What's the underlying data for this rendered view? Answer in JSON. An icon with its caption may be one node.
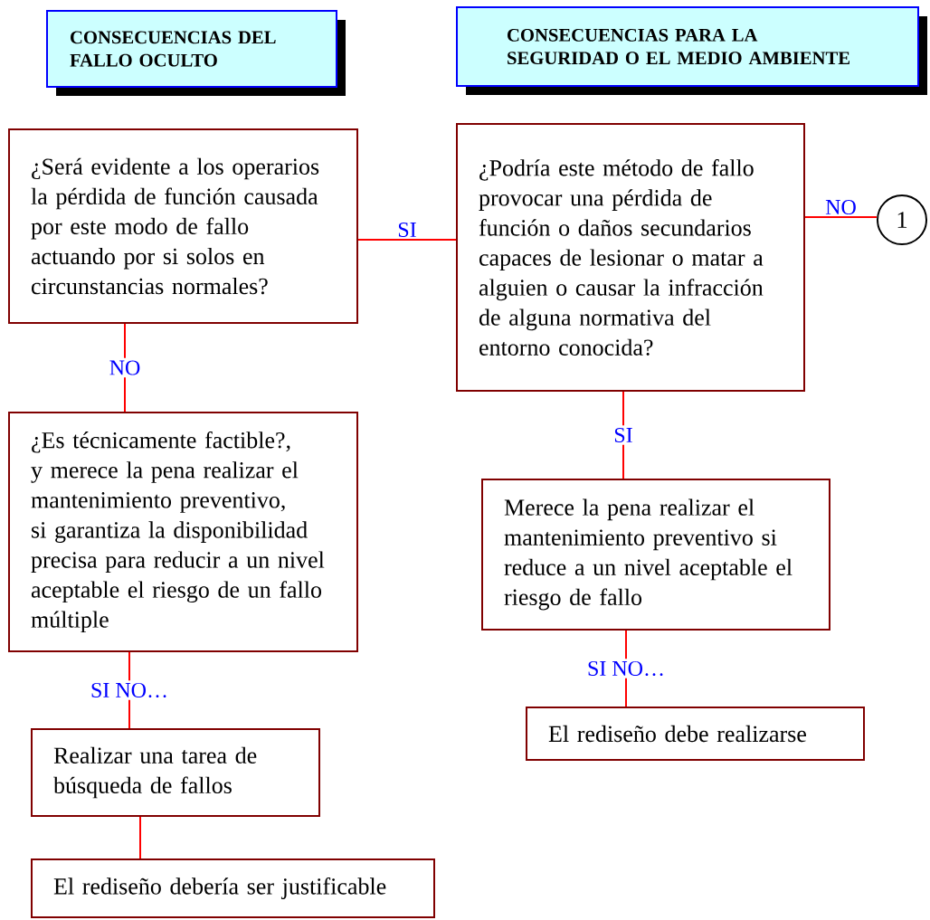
{
  "diagram": {
    "nodes": [
      {
        "text": [
          "CONSECUENCIAS DEL FALLO OCULTO"
        ]
      },
      {
        "text": [
          "CONSECUENCIAS PARA LA SEGURIDAD O EL MEDIO AMBIENTE"
        ]
      },
      {
        "text": [
          "¿Será evidente a los operarios la pérdida de función causada por este modo de fallo actuando por si solos en circunstancias normales?"
        ]
      },
      {
        "text": [
          "¿Podría este método de fallo provocar una pérdida de función o daños secundarios capaces de lesionar o matar a alguien o causar la infracción de alguna normativa del entorno conocida?"
        ]
      },
      {
        "text": [
          "1"
        ]
      },
      {
        "text": [
          "¿Es técnicamente factible?, y merece la pena realizar el mantenimiento preventivo, si garantiza la disponibilidad precisa para reducir a un nivel aceptable el riesgo de un fallo múltiple"
        ]
      },
      {
        "text": [
          "Merece la pena realizar el mantenimiento preventivo si reduce a un nivel aceptable el riesgo de fallo"
        ]
      },
      {
        "text": [
          "Realizar una tarea de búsqueda de fallos"
        ]
      },
      {
        "text": [
          "El rediseño debe realizarse"
        ]
      },
      {
        "text": [
          "El rediseño debería ser justificable"
        ]
      }
    ],
    "edges": [
      {
        "from": 2,
        "to": 3,
        "arrow": "none",
        "label": "SI"
      },
      {
        "from": 3,
        "to": 4,
        "arrow": "none",
        "label": "NO"
      },
      {
        "from": 2,
        "to": 5,
        "arrow": "none",
        "label": "NO"
      },
      {
        "from": 3,
        "to": 6,
        "arrow": "none",
        "label": "SI"
      },
      {
        "from": 5,
        "to": 7,
        "arrow": "none",
        "label": "SI NO…"
      },
      {
        "from": 6,
        "to": 8,
        "arrow": "none",
        "label": "SI NO…"
      },
      {
        "from": 7,
        "to": 9,
        "arrow": "none"
      }
    ]
  }
}
